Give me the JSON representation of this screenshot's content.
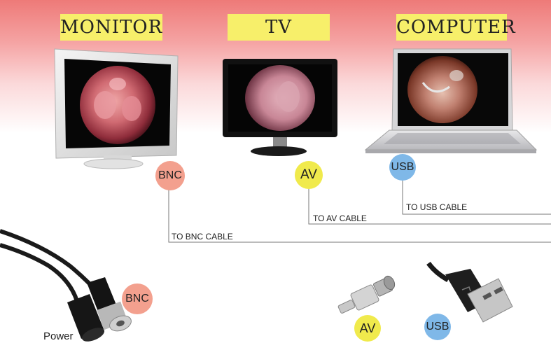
{
  "headers": {
    "monitor": "MONITOR",
    "tv": "TV",
    "computer": "COMPUTER"
  },
  "badges": {
    "bnc_top": "BNC",
    "av_top": "AV",
    "usb_top": "USB",
    "bnc_bottom": "BNC",
    "av_bottom": "AV",
    "usb_bottom": "USB"
  },
  "cables": {
    "bnc": "TO BNC CABLE",
    "av": "TO AV CABLE",
    "usb": "TO USB CABLE"
  },
  "power": "Power",
  "colors": {
    "header_bg": "#f7ef6a",
    "bnc_badge": "#f3a08e",
    "av_badge": "#f0ea4c",
    "usb_badge": "#7fb8e8"
  }
}
